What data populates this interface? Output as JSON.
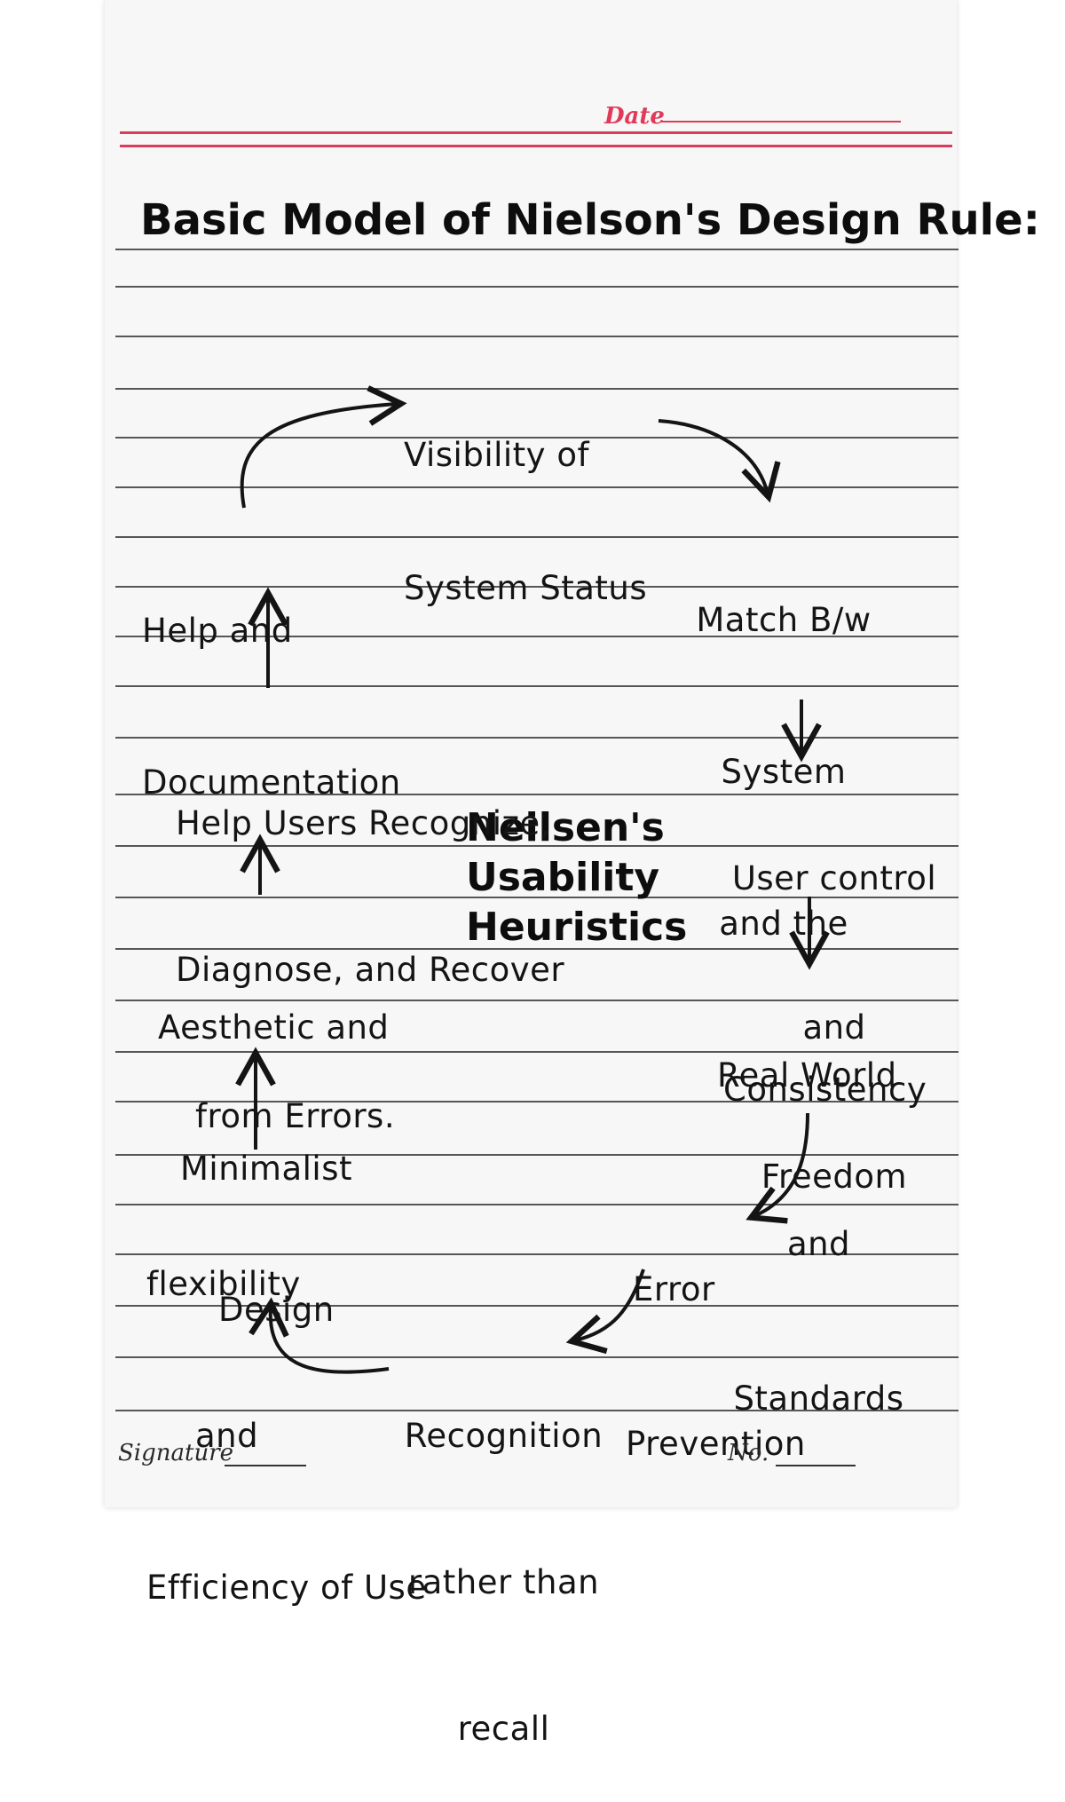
{
  "notebook": {
    "date_label": "Date",
    "signature_label": "Signature",
    "number_label": "No.",
    "rule_color": "#e03a5a",
    "ink_color": "#141414"
  },
  "title": "Basic Model of Nielson's Design Rule:",
  "center_label": {
    "line1": "Neilsen's",
    "line2": "Usability",
    "line3": "Heuristics"
  },
  "heuristics": [
    {
      "lines": [
        "Visibility of",
        "System Status"
      ]
    },
    {
      "lines": [
        "Match B/w",
        "System",
        "and the",
        "Real World"
      ]
    },
    {
      "lines": [
        "User control",
        "and",
        "Freedom"
      ]
    },
    {
      "lines": [
        "Consistency",
        "and",
        "Standards"
      ]
    },
    {
      "lines": [
        "Error",
        "Prevention"
      ]
    },
    {
      "lines": [
        "Recognition",
        "rather than",
        "recall"
      ]
    },
    {
      "lines": [
        "flexibility",
        "and",
        "Efficiency of Use"
      ]
    },
    {
      "lines": [
        "Aesthetic and",
        "Minimalist",
        "Design"
      ]
    },
    {
      "lines": [
        "Help Users Recognize,",
        "Diagnose, and Recover",
        "from Errors."
      ]
    },
    {
      "lines": [
        "Help and",
        "Documentation"
      ]
    }
  ]
}
